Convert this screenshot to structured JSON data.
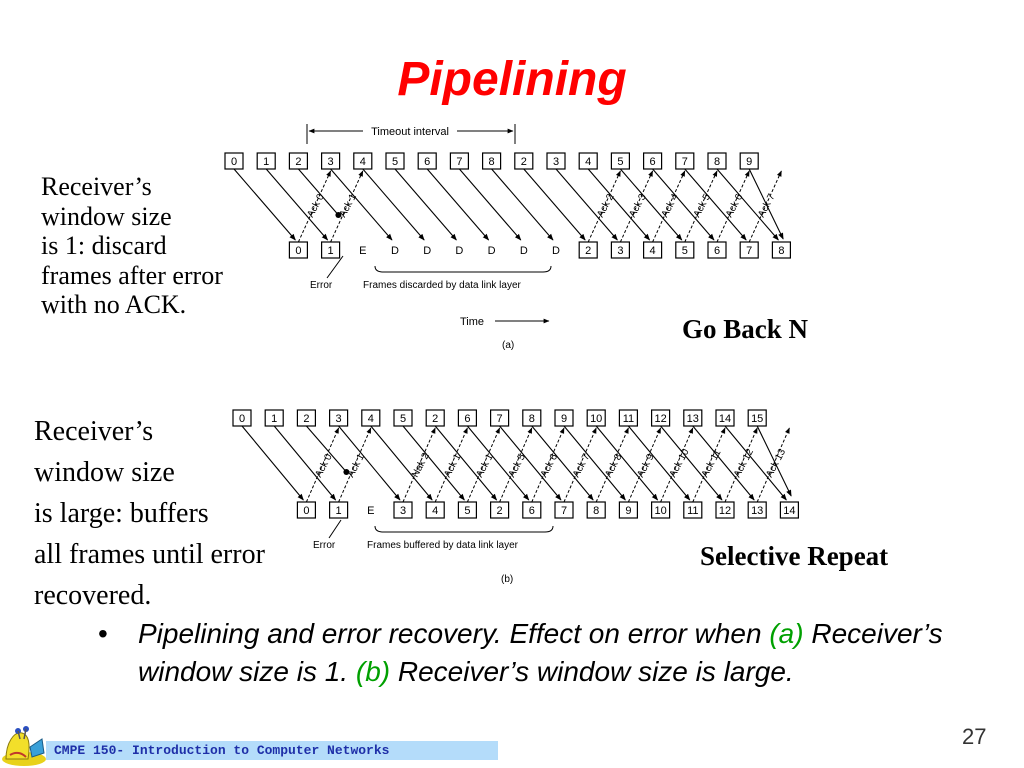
{
  "slide": {
    "title": "Pipelining",
    "desc_a": [
      "Receiver’s",
      "window size",
      "is 1: discard",
      "frames after error",
      "with no ACK."
    ],
    "desc_b": [
      "Receiver’s",
      "window size",
      "is large: buffers",
      "all frames until error",
      "recovered."
    ],
    "label_a": "Go Back N",
    "label_b": "Selective Repeat",
    "bullet": {
      "marker": "•",
      "p1": "Pipelining and error recovery.  Effect on error when ",
      "a_tag": "(a)",
      "p2": " Receiver’s window size is 1. ",
      "b_tag": "(b)",
      "p3": " Receiver’s window size is large."
    },
    "footer_text": "CMPE 150- Introduction to Computer Networks",
    "page_number": "27"
  },
  "diagram_a": {
    "sent": [
      "0",
      "1",
      "2",
      "3",
      "4",
      "5",
      "6",
      "7",
      "8",
      "2",
      "3",
      "4",
      "5",
      "6",
      "7",
      "8",
      "9"
    ],
    "received": [
      "0",
      "1",
      "E",
      "D",
      "D",
      "D",
      "D",
      "D",
      "D",
      "2",
      "3",
      "4",
      "5",
      "6",
      "7",
      "8"
    ],
    "acks": [
      "Ack 0",
      "Ack 1",
      "Ack 2",
      "Ack 3",
      "Ack 4",
      "Ack 5",
      "Ack 6",
      "Ack 7"
    ],
    "timeout_label": "Timeout interval",
    "error_label": "Error",
    "discard_label": "Frames discarded by data link layer",
    "time_label": "Time",
    "part_label": "(a)"
  },
  "diagram_b": {
    "sent": [
      "0",
      "1",
      "2",
      "3",
      "4",
      "5",
      "2",
      "6",
      "7",
      "8",
      "9",
      "10",
      "11",
      "12",
      "13",
      "14",
      "15"
    ],
    "received": [
      "0",
      "1",
      "E",
      "3",
      "4",
      "5",
      "2",
      "6",
      "7",
      "8",
      "9",
      "10",
      "11",
      "12",
      "13",
      "14"
    ],
    "acks": [
      "Ack 0",
      "Ack 1",
      "Nak 2",
      "Ack 1",
      "Ack 1",
      "Ack 5",
      "Ack 6",
      "Ack 7",
      "Ack 8",
      "Ack 9",
      "Ack 10",
      "Ack 11",
      "Ack 12",
      "Ack 13"
    ],
    "error_label": "Error",
    "buffer_label": "Frames buffered by data link layer",
    "part_label": "(b)"
  }
}
